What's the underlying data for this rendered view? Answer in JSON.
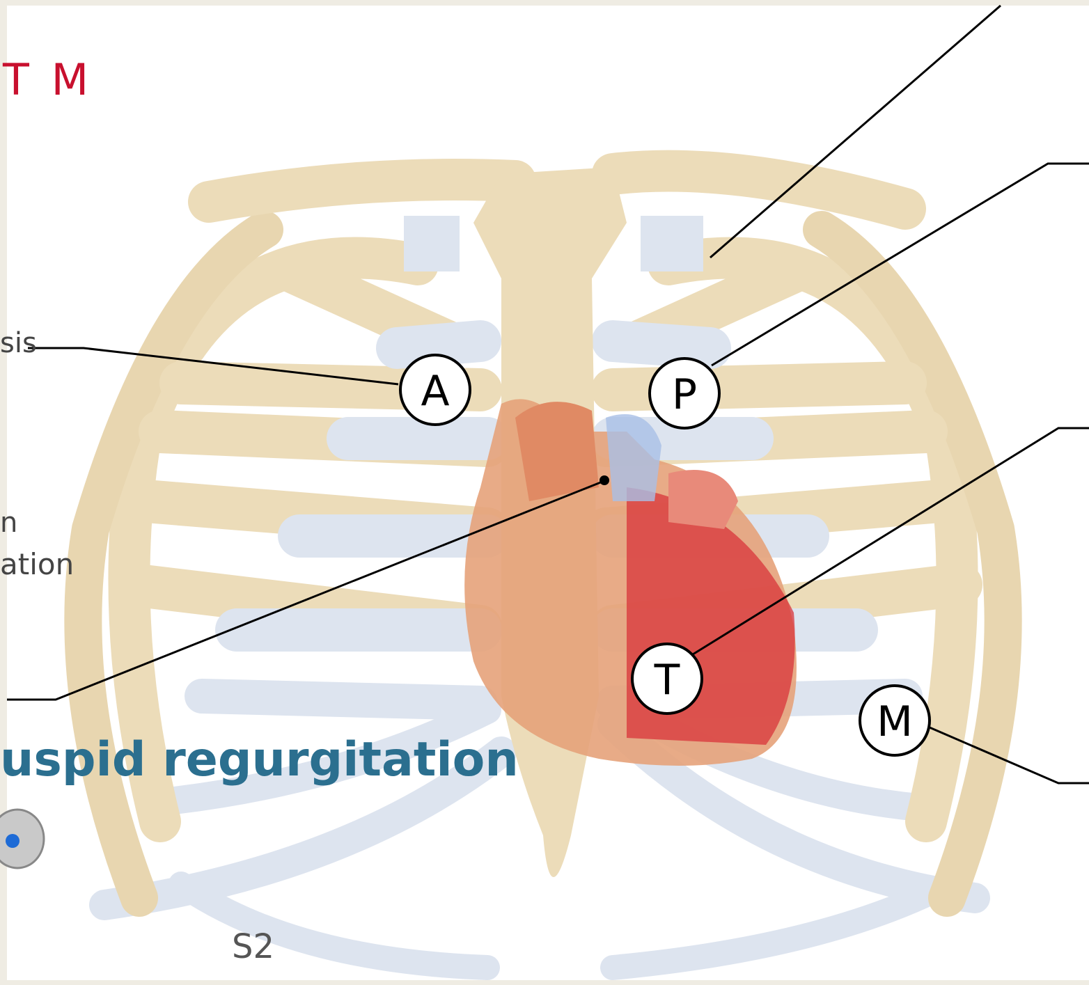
{
  "labels": {
    "header": "T M",
    "sis": "sis",
    "n": "n",
    "ation": "ation",
    "title": "uspid regurgitation",
    "s2": "S2"
  },
  "markers": [
    {
      "name": "aortic-area-marker",
      "letter": "A"
    },
    {
      "name": "pulmonic-area-marker",
      "letter": "P"
    },
    {
      "name": "tricuspid-area-marker",
      "letter": "T"
    },
    {
      "name": "mitral-area-marker",
      "letter": "M"
    }
  ],
  "colors": {
    "background": "#efece3",
    "bone": "#ecdcb9",
    "cartilage": "#dde4ef",
    "heart": "#e6a27a",
    "muscle": "#d8343a",
    "header": "#c8102e",
    "title": "#2b6f8f"
  }
}
